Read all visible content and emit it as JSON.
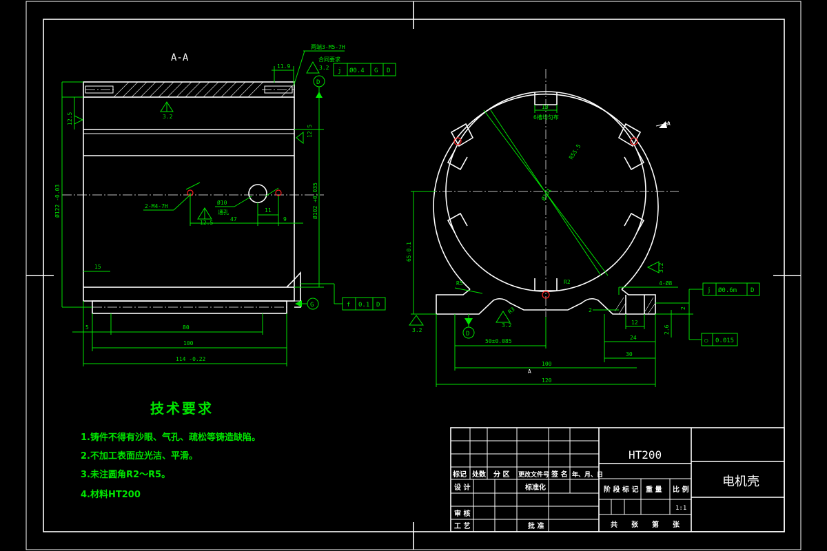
{
  "section_label": "A-A",
  "section_view": {
    "note_thread": "两端3-M5-7H",
    "note_fit": "合同要求",
    "dim_top_offset": "11.9",
    "roughness_top": "3.2",
    "roughness_hatch": "3.2",
    "roughness_mid": "12.5",
    "roughness_right": "12.5",
    "fcf_top": [
      "j",
      "Ø0.4",
      "G",
      "D"
    ],
    "datum_top": "D",
    "datum_bottom": "G",
    "fcf_bottom": [
      "f",
      "0.1",
      "D"
    ],
    "dim_left_small": "12.5",
    "dim_left_dia": "Ø122 -0.03",
    "dim_right_dia": "Ø102 +0.035",
    "hole_thread": "2-M4-7H",
    "hole_dia": "Ø10",
    "hole_note": "通孔",
    "dim_47": "47",
    "dim_11": "11",
    "dim_9": "9",
    "dim_15": "15",
    "dim_5": "5",
    "dim_80": "80",
    "dim_100": "100",
    "dim_114": "114 -0.22"
  },
  "end_view": {
    "slot_width": "10",
    "slot_note": "6槽均匀布",
    "radius_outer": "R55.5",
    "dia_inner": "Ø101",
    "dim_height": "65-0.1",
    "roughness_left": "3.2",
    "radius_r5": "R5",
    "radius_r2": "R2",
    "radius_r3": "R3",
    "roughness_bottom": "3.2",
    "datum_d": "D",
    "dim_50": "50±0.085",
    "dim_100": "100",
    "dim_120": "120",
    "view_a": "A",
    "view_a_bottom": "A",
    "roughness_right": "3.2",
    "holes_note": "4-Ø8",
    "fcf_right": [
      "j",
      "Ø0.6m",
      "D"
    ],
    "dim_12": "12",
    "dim_24": "24",
    "dim_30": "30",
    "dim_2": "2",
    "dim_26": "2.6",
    "flatness": [
      "○",
      "0.015"
    ]
  },
  "requirements": {
    "title": "技术要求",
    "items": [
      "1.铸件不得有沙眼、气孔、疏松等铸造缺陷。",
      "2.不加工表面应光洁、平滑。",
      "3.未注圆角R2～R5。",
      "4.材料HT200"
    ]
  },
  "title_block": {
    "material": "HT200",
    "part_name": "电机壳",
    "row_headers": [
      "标记",
      "处数",
      "分 区",
      "更改文件号",
      "签 名",
      "年、月、日"
    ],
    "design": "设 计",
    "standardize": "标准化",
    "review": "审 核",
    "process": "工 艺",
    "approve": "批 准",
    "stage_headers": [
      "阶 段 标 记",
      "重 量",
      "比 例"
    ],
    "scale": "1:1",
    "sheets": [
      "共",
      "张",
      "第",
      "张"
    ]
  }
}
